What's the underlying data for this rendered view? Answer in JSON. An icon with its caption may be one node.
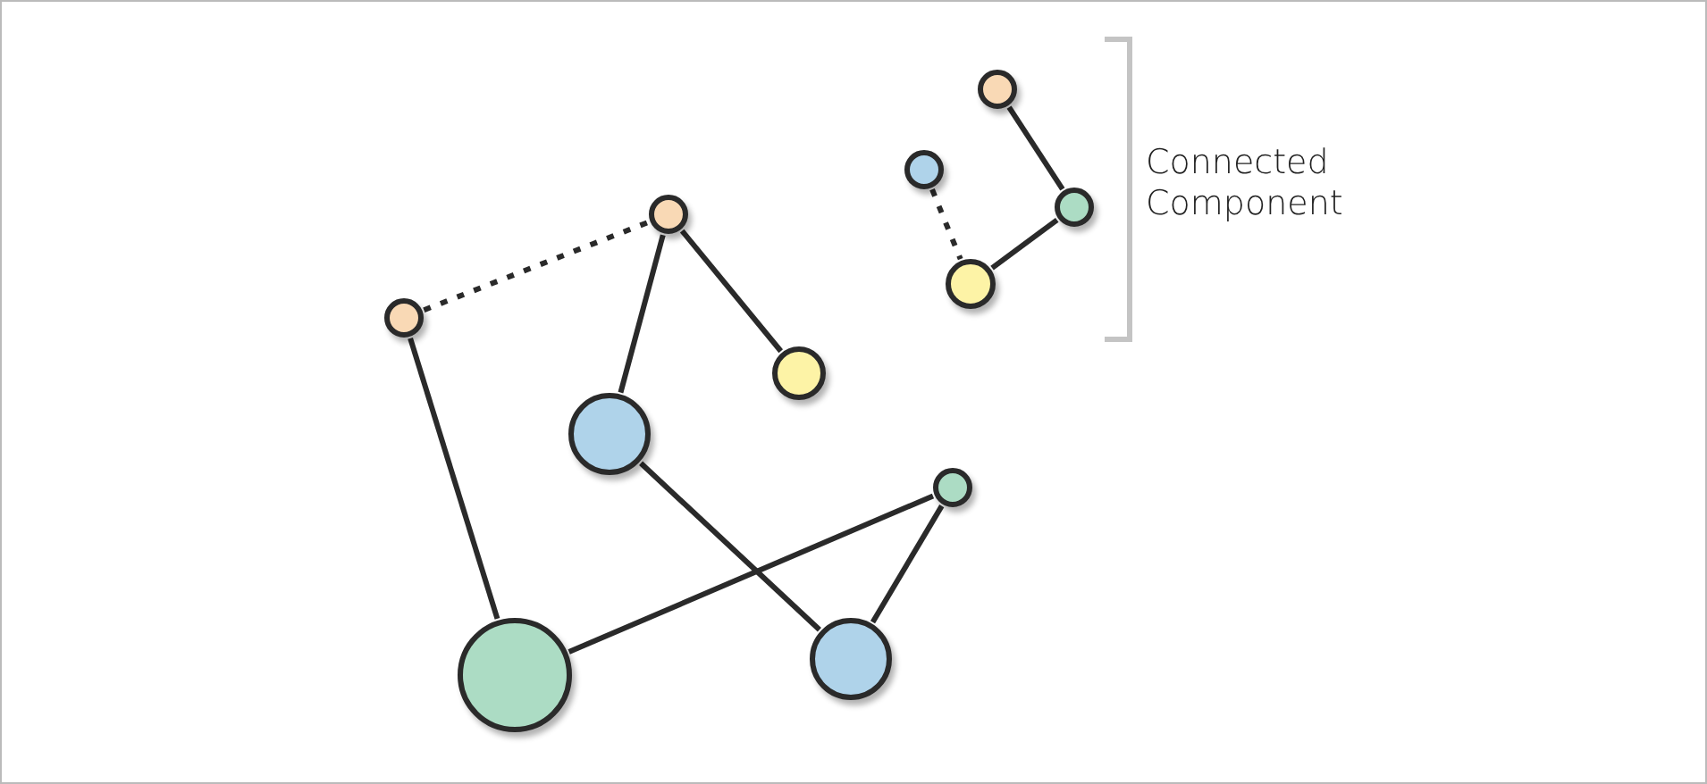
{
  "diagram": {
    "nodes": [
      {
        "text": [],
        "shape": "circle"
      },
      {
        "text": [],
        "shape": "circle"
      },
      {
        "text": [],
        "shape": "circle"
      },
      {
        "text": [],
        "shape": "circle"
      },
      {
        "text": [],
        "shape": "circle"
      },
      {
        "text": [],
        "shape": "circle"
      },
      {
        "text": [],
        "shape": "circle"
      },
      {
        "text": [],
        "shape": "circle"
      },
      {
        "text": [],
        "shape": "circle"
      },
      {
        "text": [],
        "shape": "circle"
      },
      {
        "text": [],
        "shape": "circle"
      }
    ],
    "edges": [
      {
        "from": 0,
        "to": 1,
        "arrow": "none",
        "style": "dashed"
      },
      {
        "from": 0,
        "to": 5,
        "arrow": "none"
      },
      {
        "from": 1,
        "to": 3,
        "arrow": "none"
      },
      {
        "from": 1,
        "to": 2,
        "arrow": "none"
      },
      {
        "from": 3,
        "to": 6,
        "arrow": "none"
      },
      {
        "from": 5,
        "to": 4,
        "arrow": "none"
      },
      {
        "from": 4,
        "to": 6,
        "arrow": "none"
      },
      {
        "from": 7,
        "to": 9,
        "arrow": "none"
      },
      {
        "from": 8,
        "to": 10,
        "arrow": "none",
        "style": "dashed"
      },
      {
        "from": 10,
        "to": 9,
        "arrow": "none"
      }
    ],
    "labels": [
      "Connected Component"
    ]
  }
}
